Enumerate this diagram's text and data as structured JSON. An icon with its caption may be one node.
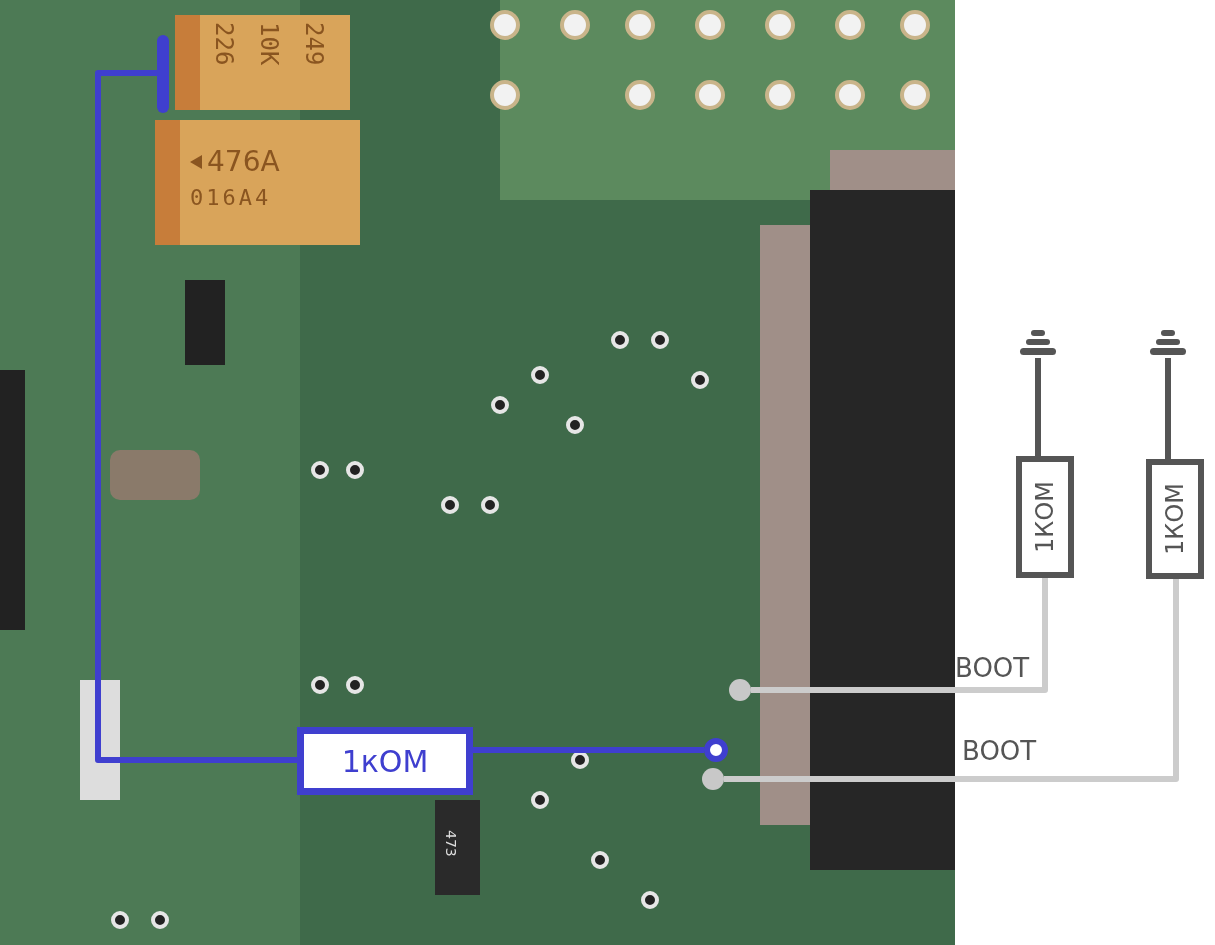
{
  "diagram": {
    "nodes": [
      {
        "text": [],
        "shape": "bar"
      },
      {
        "text": [
          "1кОМ"
        ]
      },
      {
        "text": [],
        "shape": "circle"
      },
      {
        "text": [],
        "shape": "circle"
      },
      {
        "text": [],
        "shape": "circle"
      },
      {
        "text": [
          "1КОМ"
        ]
      },
      {
        "text": [
          "1КОМ"
        ]
      },
      {
        "text": [],
        "shape": "ground"
      },
      {
        "text": [],
        "shape": "ground"
      }
    ],
    "edges": [
      {
        "from": 0,
        "to": 1,
        "arrow": "none",
        "color": "#3f3fcf"
      },
      {
        "from": 1,
        "to": 2,
        "arrow": "none",
        "color": "#3f3fcf"
      },
      {
        "from": 3,
        "to": 5,
        "arrow": "none",
        "label": "BOOT",
        "color": "#cccccc"
      },
      {
        "from": 4,
        "to": 6,
        "arrow": "none",
        "label": "BOOT",
        "color": "#cccccc"
      },
      {
        "from": 5,
        "to": 7,
        "arrow": "none",
        "color": "#555555"
      },
      {
        "from": 6,
        "to": 8,
        "arrow": "none",
        "color": "#555555"
      }
    ],
    "labels": [
      "226",
      "10K",
      "249",
      "476A",
      "016A4",
      "473"
    ]
  }
}
